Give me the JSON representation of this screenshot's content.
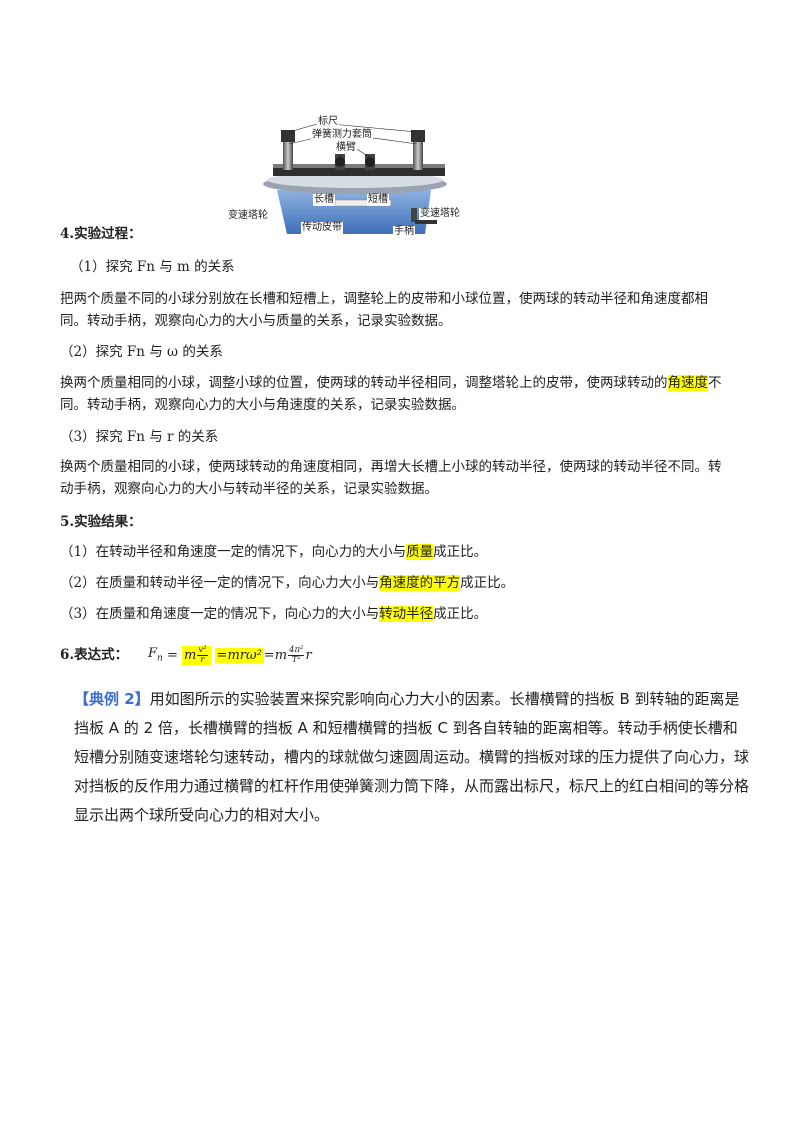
{
  "figure": {
    "labels": {
      "ruler": "标尺",
      "spring_sleeve": "弹簧测力套筒",
      "arm": "横臂",
      "long_groove": "长槽",
      "short_groove": "短槽",
      "left_pulley": "变速塔轮",
      "right_pulley": "变速塔轮",
      "belt": "传动皮带",
      "handle": "手柄"
    }
  },
  "section4": {
    "heading": "4.实验过程：",
    "sub1": "（1）探究 Fn 与 m 的关系",
    "para1_l1": "把两个质量不同的小球分别放在长槽和短槽上，调整轮上的皮带和小球位置，使两球的转动半径和角速度都相",
    "para1_l2": "同。转动手柄，观察向心力的大小与质量的关系，记录实验数据。",
    "sub2": "（2）探究 Fn 与 ω 的关系",
    "para2_l1a": "换两个质量相同的小球，调整小球的位置，使两球的转动半径相同，调整塔轮上的皮带，使两球转动的",
    "para2_l1_hl": "角速度",
    "para2_l1b": "不",
    "para2_l2": "同。转动手柄，观察向心力的大小与角速度的关系，记录实验数据。",
    "sub3": "（3）探究 Fn 与 r 的关系",
    "para3_l1": "换两个质量相同的小球，使两球转动的角速度相同，再增大长槽上小球的转动半径，使两球的转动半径不同。转",
    "para3_l2": "动手柄，观察向心力的大小与转动半径的关系，记录实验数据。"
  },
  "section5": {
    "heading": "5.实验结果：",
    "r1a": "（1）在转动半径和角速度一定的情况下，向心力的大小与",
    "r1_hl": "质量",
    "r1b": "成正比。",
    "r2a": "（2）在质量和转动半径一定的情况下，向心力大小与",
    "r2_hl": "角速度的平方",
    "r2b": "成正比。",
    "r3a": "（3）在质量和角速度一定的情况下，向心力的大小与",
    "r3_hl": "转动半径",
    "r3b": "成正比。"
  },
  "section6": {
    "heading": "6.表达式：",
    "lhs": "F",
    "lhs_sub": "n",
    "eq": " = ",
    "t1_m": "m",
    "t1_num": "v²",
    "t1_den": "r",
    "t2": "=mrω²",
    "eq2": "=",
    "t3_m": "m",
    "t3_num": "4π²",
    "t3_den": "T²",
    "t3_r": "r"
  },
  "example": {
    "tag": "【典例 2】",
    "text": "用如图所示的实验装置来探究影响向心力大小的因素。长槽横臂的挡板 B 到转轴的距离是挡板 A 的 2 倍，长槽横臂的挡板 A 和短槽横臂的挡板 C 到各自转轴的距离相等。转动手柄使长槽和短槽分别随变速塔轮匀速转动，槽内的球就做匀速圆周运动。横臂的挡板对球的压力提供了向心力，球对挡板的反作用力通过横臂的杠杆作用使弹簧测力筒下降，从而露出标尺，标尺上的红白相间的等分格显示出两个球所受向心力的相对大小。"
  }
}
